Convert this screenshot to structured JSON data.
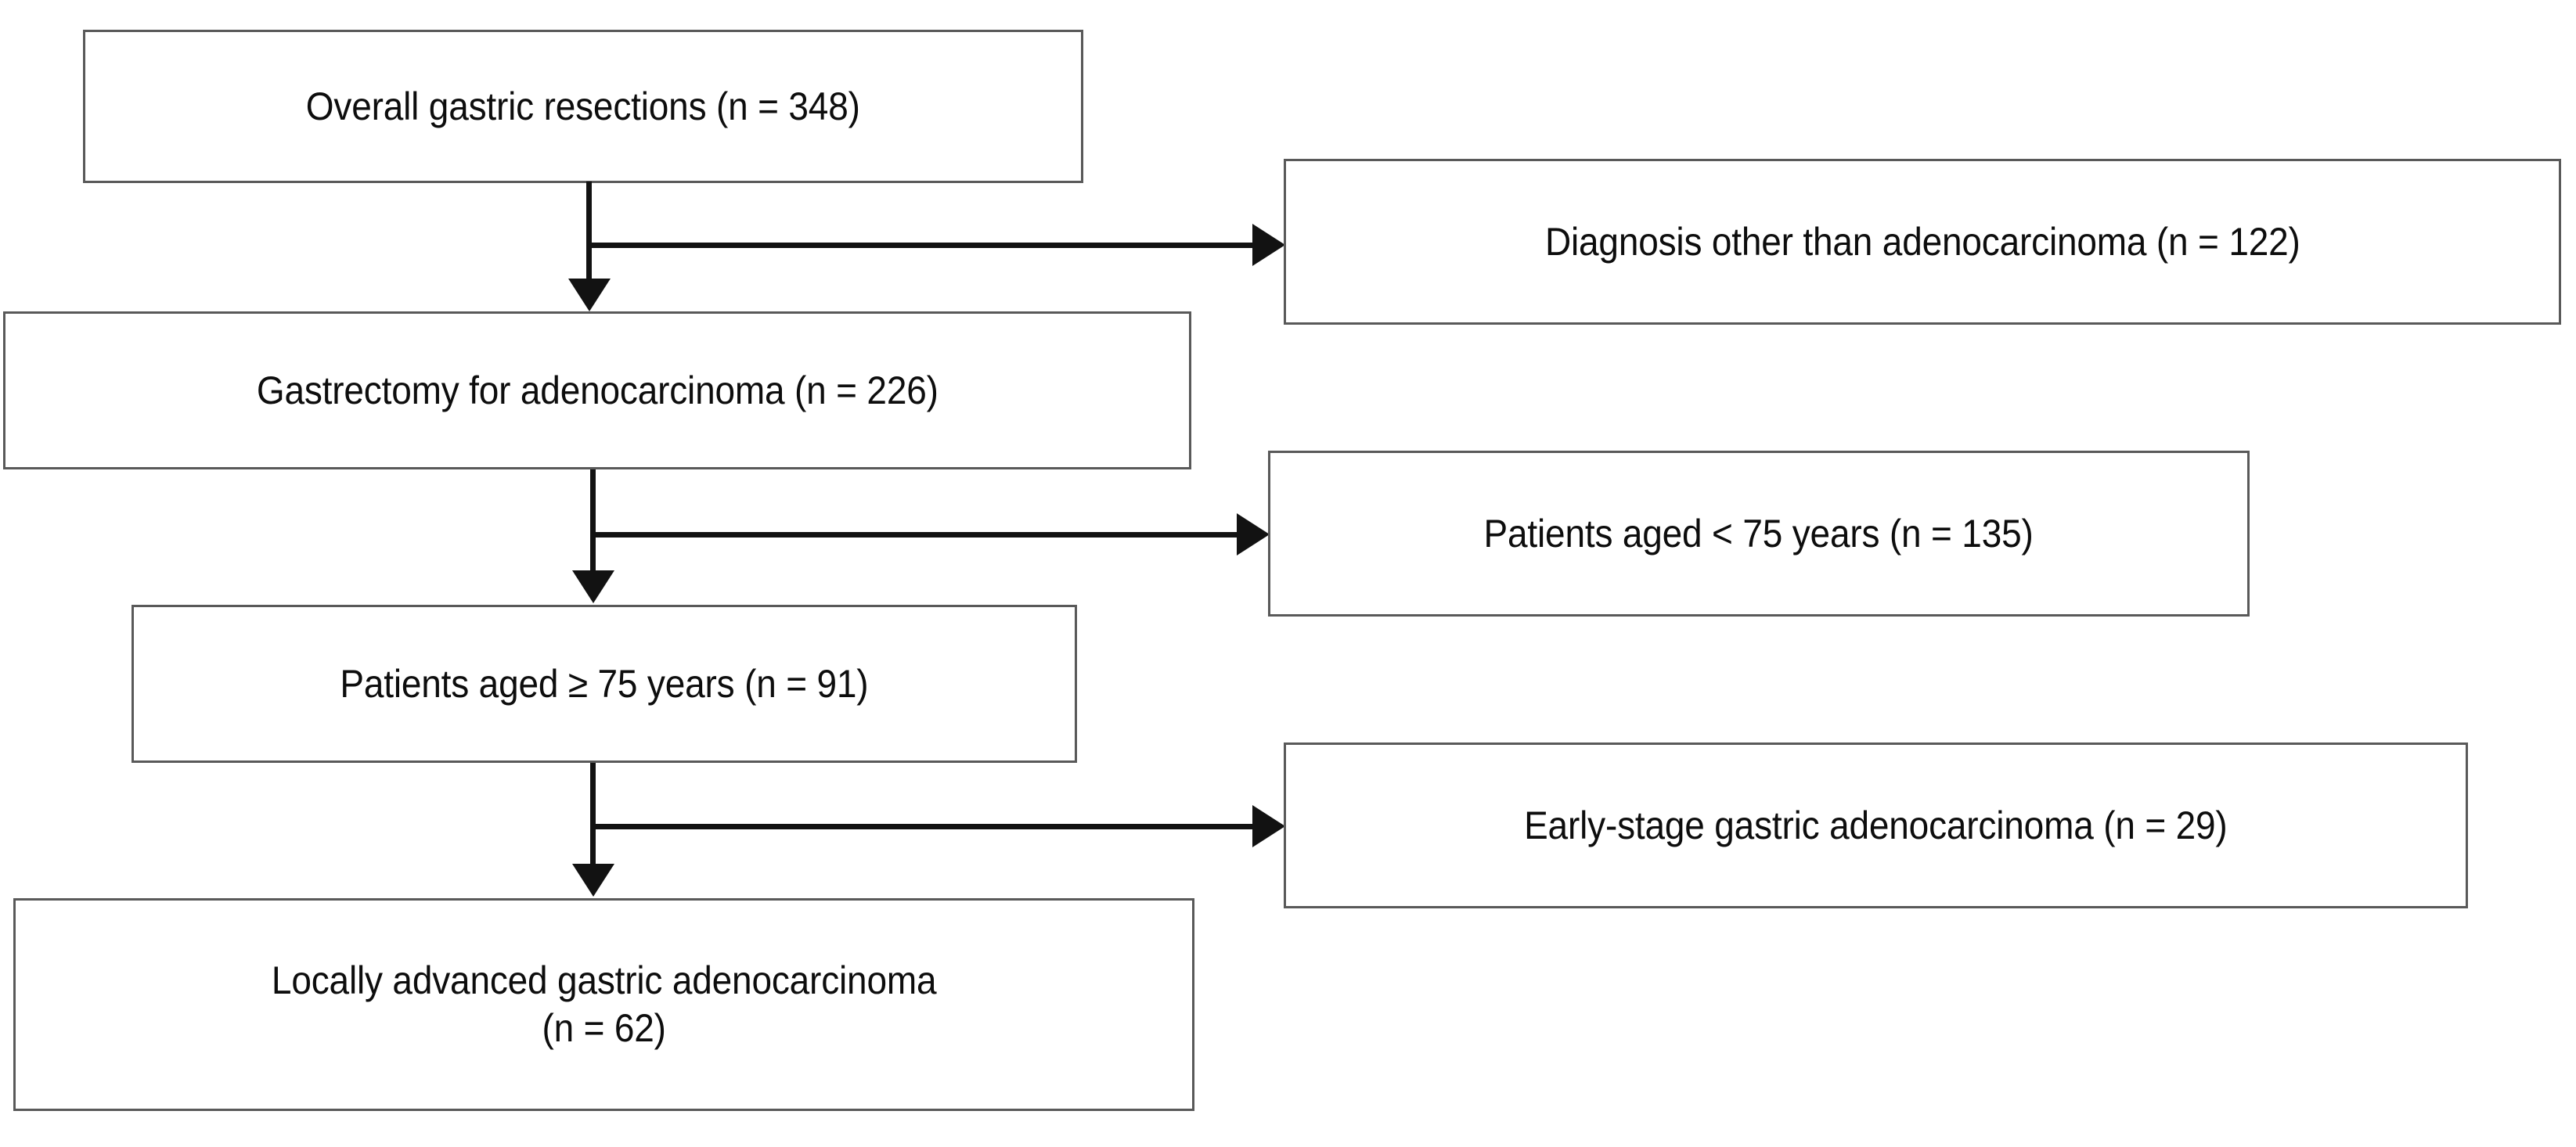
{
  "figure": {
    "kind": "patient-selection-flowchart",
    "background_color": "#ffffff",
    "box_border_color": "#595959",
    "connector_color": "#121212",
    "text_color": "#0d0d0d"
  },
  "nodes": {
    "overall_resections": {
      "label": "Overall gastric resections (n = 348)",
      "count": 348
    },
    "gastrectomy_adeno": {
      "label": "Gastrectomy for adenocarcinoma (n = 226)",
      "count": 226
    },
    "aged_ge_75": {
      "label": "Patients aged ≥ 75 years (n = 91)",
      "count": 91
    },
    "locally_advanced": {
      "label": "Locally advanced gastric adenocarcinoma\n(n = 62)",
      "count": 62
    }
  },
  "exclusions": {
    "other_diagnosis": {
      "label": "Diagnosis other than adenocarcinoma (n = 122)",
      "count": 122
    },
    "aged_lt_75": {
      "label": "Patients aged < 75 years (n = 135)",
      "count": 135
    },
    "early_stage": {
      "label": "Early-stage gastric adenocarcinoma (n = 29)",
      "count": 29
    }
  },
  "connectors": [
    {
      "name": "overall-to-gastrectomy",
      "type": "arrow-down"
    },
    {
      "name": "overall-to-other-diagnosis",
      "type": "arrow-right"
    },
    {
      "name": "gastrectomy-to-aged-ge-75",
      "type": "arrow-down"
    },
    {
      "name": "gastrectomy-to-aged-lt-75",
      "type": "arrow-right"
    },
    {
      "name": "aged-ge-75-to-locally-advanced",
      "type": "arrow-down"
    },
    {
      "name": "aged-ge-75-to-early-stage",
      "type": "arrow-right"
    }
  ]
}
